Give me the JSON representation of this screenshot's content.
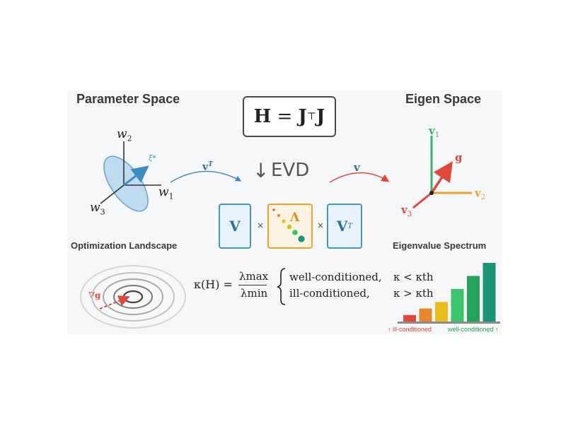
{
  "headings": {
    "parameter_space": "Parameter Space",
    "eigen_space": "Eigen Space",
    "optimization_landscape": "Optimization Landscape",
    "eigenvalue_spectrum": "Eigenvalue Spectrum"
  },
  "formula": {
    "lhs": "H",
    "eq": " = ",
    "j_transpose": "J",
    "top": "⊤",
    "j": "J"
  },
  "evd": {
    "arrow": "↓",
    "label": "EVD"
  },
  "flow": {
    "left_label": "v",
    "left_sup": "T",
    "right_label": "v"
  },
  "parameter_axes": {
    "w1": "w",
    "w1_sub": "1",
    "w2": "w",
    "w2_sub": "2",
    "w3": "w",
    "w3_sub": "3",
    "xi": "ξ*"
  },
  "eigen_axes": {
    "v1": "v",
    "v1_sub": "1",
    "v2": "v",
    "v2_sub": "2",
    "v3": "v",
    "v3_sub": "3",
    "g": "g"
  },
  "decomposition": {
    "v": "V",
    "times1": "×",
    "lambda": "Λ",
    "times2": "×",
    "vt": "V",
    "vt_sup": "T"
  },
  "condition": {
    "kappa_lhs": "κ(H) =",
    "numerator": "λmax",
    "denominator": "λmin",
    "case1_label": "well-conditioned,",
    "case1_cond": "κ < κth",
    "case2_label": "ill-conditioned,",
    "case2_cond": "κ > κth"
  },
  "landscape": {
    "gradient_label": "∇g"
  },
  "spectrum": {
    "bar_values": [
      1,
      2,
      3,
      5,
      7,
      9
    ],
    "bar_colors": [
      "#e0483a",
      "#e8862c",
      "#e9be1b",
      "#3cc46a",
      "#29a35c",
      "#1b9476"
    ],
    "left_caption": "↑ ill-conditioned",
    "right_caption": "well-conditioned ↑",
    "left_caption_color": "#e0483a",
    "right_caption_color": "#2aa356"
  },
  "colors": {
    "blue": "#3d8cc4",
    "green": "#37b26a",
    "orange": "#f0a030",
    "red": "#e0483a"
  }
}
